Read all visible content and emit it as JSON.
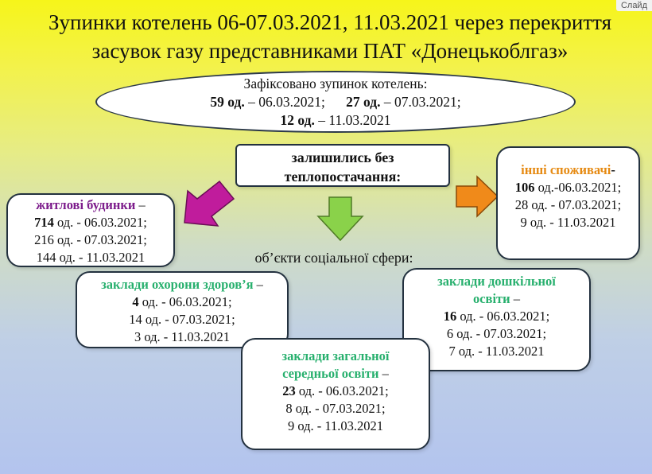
{
  "corner_tag": "Слайд",
  "title": {
    "line1": "Зупинки котелень 06-07.03.2021, 11.03.2021 через перекриття",
    "line2": "засувок газу представниками ПАТ «Донецькоблгаз»"
  },
  "summary": {
    "heading": "Зафіксовано зупинок котелень:",
    "r1_n1": "59 од.",
    "r1_d1": " – 06.03.2021;",
    "r1_n2": "27 од.",
    "r1_d2": " – 07.03.2021;",
    "r2_n": "12 од.",
    "r2_d": " – 11.03.2021"
  },
  "center": {
    "line1": "залишились без",
    "line2": "теплопостачання:"
  },
  "social_label": "об’єкти соціальної сфери:",
  "residential": {
    "title": "житлові будинки",
    "dash": " –",
    "r1_n": "714",
    "r1_t": " од. - 06.03.2021;",
    "r2": "216 од. - 07.03.2021;",
    "r3": "144 од. - 11.03.2021"
  },
  "other": {
    "title": "інші споживачі",
    "dash": "-",
    "r1_n": "106",
    "r1_t": " од.-06.03.2021;",
    "r2": "28 од. - 07.03.2021;",
    "r3": "9 од. - 11.03.2021"
  },
  "health": {
    "title": "заклади охорони здоров’я",
    "dash": " –",
    "r1_n": "4",
    "r1_t": " од. - 06.03.2021;",
    "r2": "14 од. - 07.03.2021;",
    "r3": "3 од. - 11.03.2021"
  },
  "preschool": {
    "title1": "заклади дошкільної",
    "title2": "освіти",
    "dash": " –",
    "r1_n": "16",
    "r1_t": " од. - 06.03.2021;",
    "r2": "6 од. - 07.03.2021;",
    "r3": "7 од. - 11.03.2021"
  },
  "school": {
    "title1": "заклади загальної",
    "title2": "середньої освіти",
    "dash": " –",
    "r1_n": "23",
    "r1_t": " од. - 06.03.2021;",
    "r2": "8 од. - 07.03.2021;",
    "r3": "9 од. - 11.03.2021"
  },
  "colors": {
    "purple": "#7d1d8c",
    "orange": "#e68a12",
    "green": "#28b06e",
    "arrow_magenta": "#c01c9c",
    "arrow_orange": "#f08a1a",
    "arrow_green": "#8ad24a"
  }
}
